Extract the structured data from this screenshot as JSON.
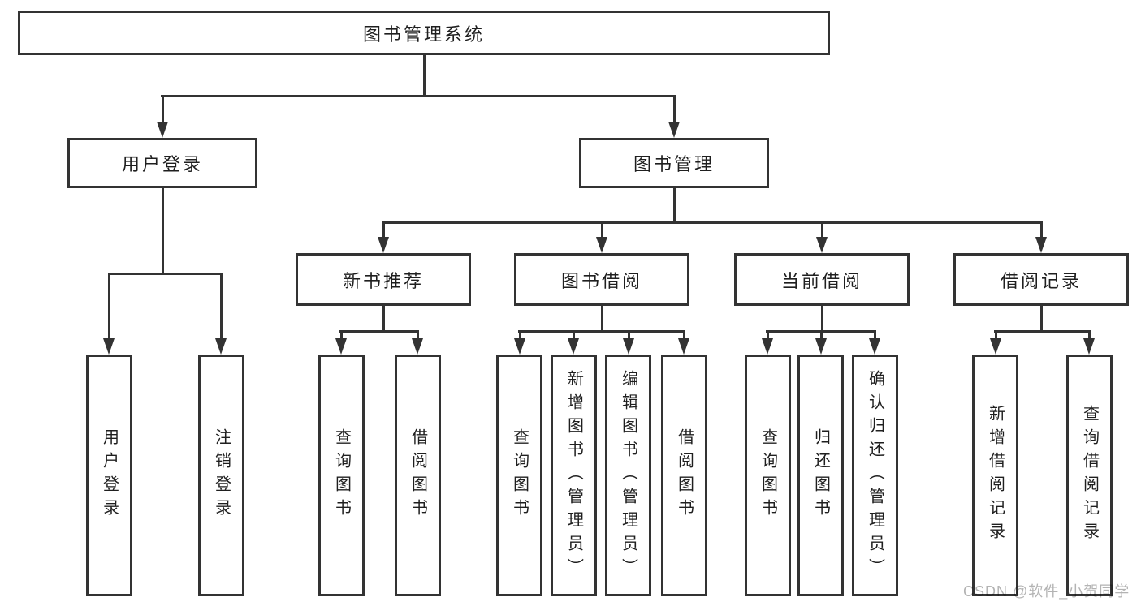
{
  "tree": {
    "root": "图书管理系统",
    "login": {
      "label": "用户登录",
      "children": [
        "用户登录",
        "注销登录"
      ]
    },
    "management": {
      "label": "图书管理",
      "sections": [
        {
          "label": "新书推荐",
          "children": [
            "查询图书",
            "借阅图书"
          ]
        },
        {
          "label": "图书借阅",
          "children": [
            "查询图书",
            "新增图书（管理员）",
            "编辑图书（管理员）",
            "借阅图书"
          ]
        },
        {
          "label": "当前借阅",
          "children": [
            "查询图书",
            "归还图书",
            "确认归还（管理员）"
          ]
        },
        {
          "label": "借阅记录",
          "children": [
            "新增借阅记录",
            "查询借阅记录"
          ]
        }
      ]
    }
  },
  "watermark": {
    "text": "CSDN @软件_小贺同学"
  },
  "colors": {
    "line": "#333333",
    "background": "#ffffff",
    "watermark": "#b3b3b3"
  }
}
